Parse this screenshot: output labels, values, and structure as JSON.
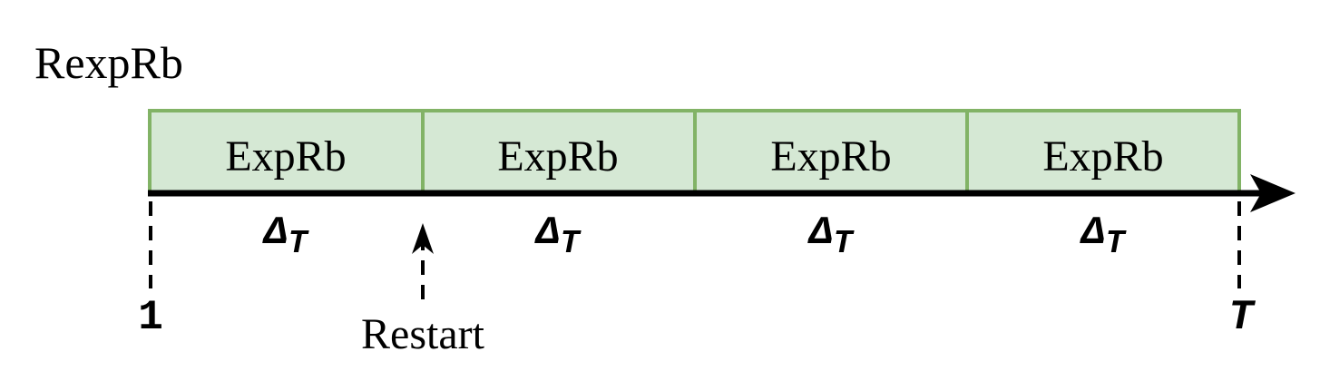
{
  "title": "RexpRb",
  "segments": [
    {
      "label": "ExpRb",
      "delta_label": "Δ",
      "delta_sub": "T"
    },
    {
      "label": "ExpRb",
      "delta_label": "Δ",
      "delta_sub": "T"
    },
    {
      "label": "ExpRb",
      "delta_label": "Δ",
      "delta_sub": "T"
    },
    {
      "label": "ExpRb",
      "delta_label": "Δ",
      "delta_sub": "T"
    }
  ],
  "axis": {
    "start_label": "1",
    "end_label": "T",
    "restart_label": "Restart"
  },
  "colors": {
    "segment_fill": "#d5e8d4",
    "segment_stroke": "#82b366",
    "line": "#000000"
  }
}
